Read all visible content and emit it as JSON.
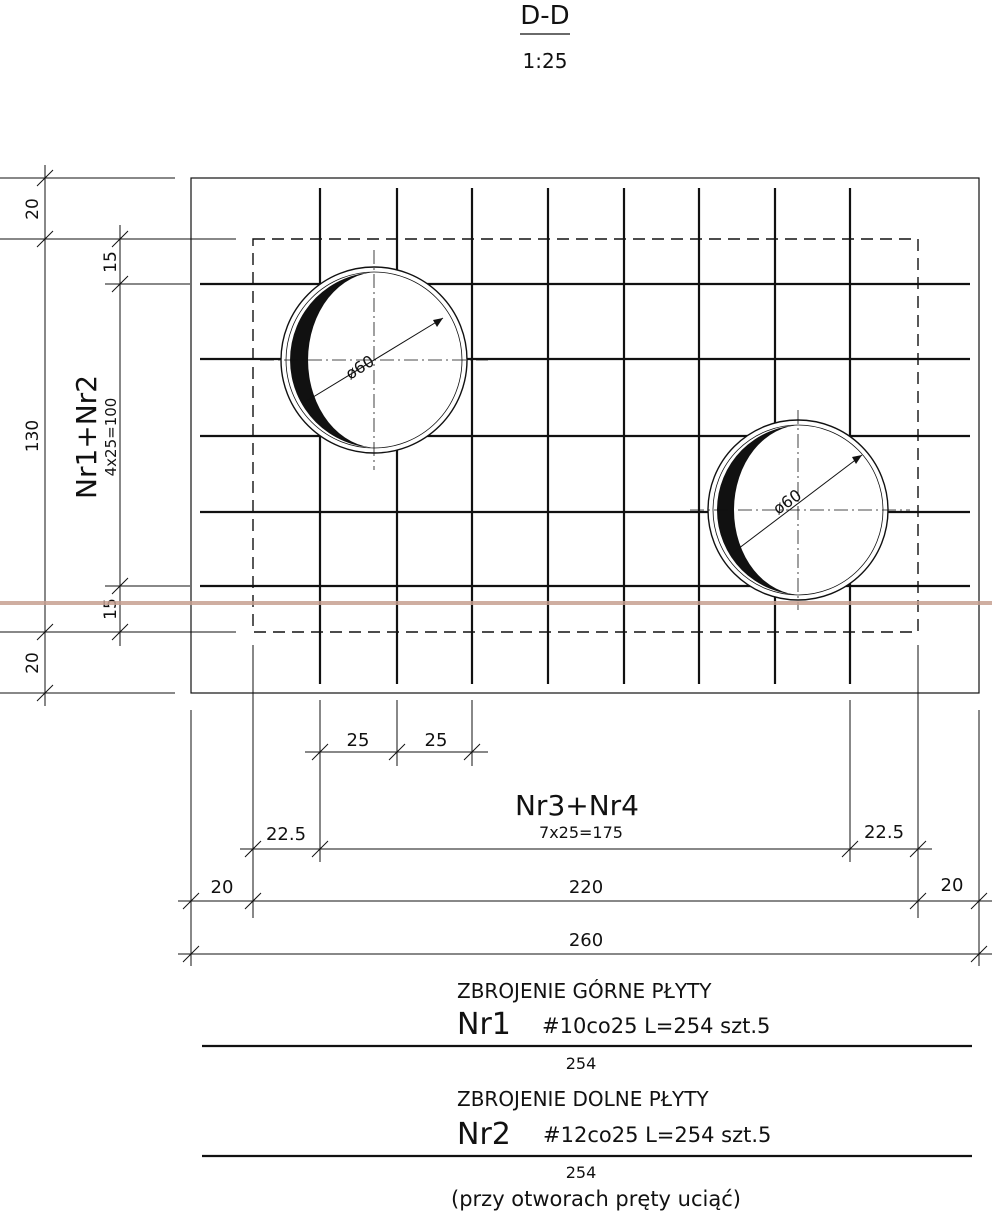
{
  "section": {
    "title": "D-D",
    "scale": "1:25"
  },
  "vertical_dims": {
    "top": "20",
    "upper_inner": "15",
    "total_inner": "130",
    "lower_inner": "15",
    "bottom": "20"
  },
  "group_top_bars": {
    "label": "Nr1+Nr2",
    "spacing": "4x25=100"
  },
  "holes": {
    "dia_label": "ø60"
  },
  "horizontal_dims": {
    "spacing_a": "25",
    "spacing_b": "25",
    "group_label": "Nr3+Nr4",
    "group_spacing": "7x25=175",
    "left_edge": "22.5",
    "right_edge": "22.5",
    "left_cover": "20",
    "inner": "220",
    "right_cover": "20",
    "overall": "260"
  },
  "schedule": {
    "top_title": "ZBROJENIE GÓRNE PŁYTY",
    "top_mark": "Nr1",
    "top_spec": "#10co25 L=254 szt.5",
    "top_len": "254",
    "bottom_title": "ZBROJENIE DOLNE PŁYTY",
    "bottom_mark": "Nr2",
    "bottom_spec": "#12co25  L=254 szt.5",
    "bottom_len": "254",
    "note": "(przy otworach pręty uciąć)"
  },
  "colors": {
    "ink": "#111111",
    "paper": "#ffffff",
    "scan_line": "#c7a191"
  }
}
